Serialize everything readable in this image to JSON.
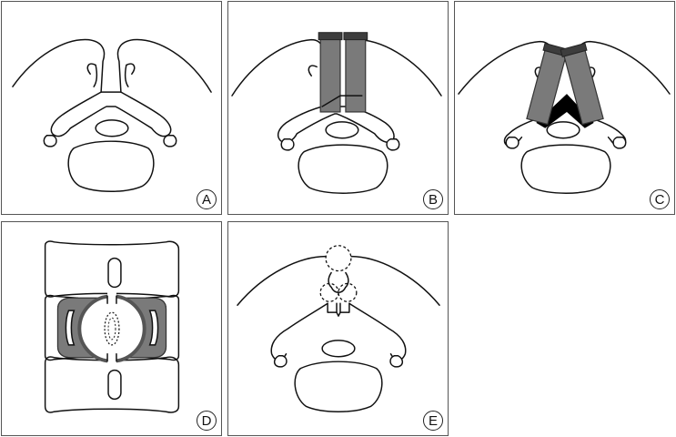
{
  "panels": [
    {
      "id": "A",
      "label": "A"
    },
    {
      "id": "B",
      "label": "B"
    },
    {
      "id": "C",
      "label": "C"
    },
    {
      "id": "D",
      "label": "D"
    },
    {
      "id": "E",
      "label": "E"
    }
  ],
  "colors": {
    "graft": "#7a7a7a",
    "graft_cap": "#3d3d3d",
    "bone_graft": "#000000",
    "outline": "#111111"
  }
}
